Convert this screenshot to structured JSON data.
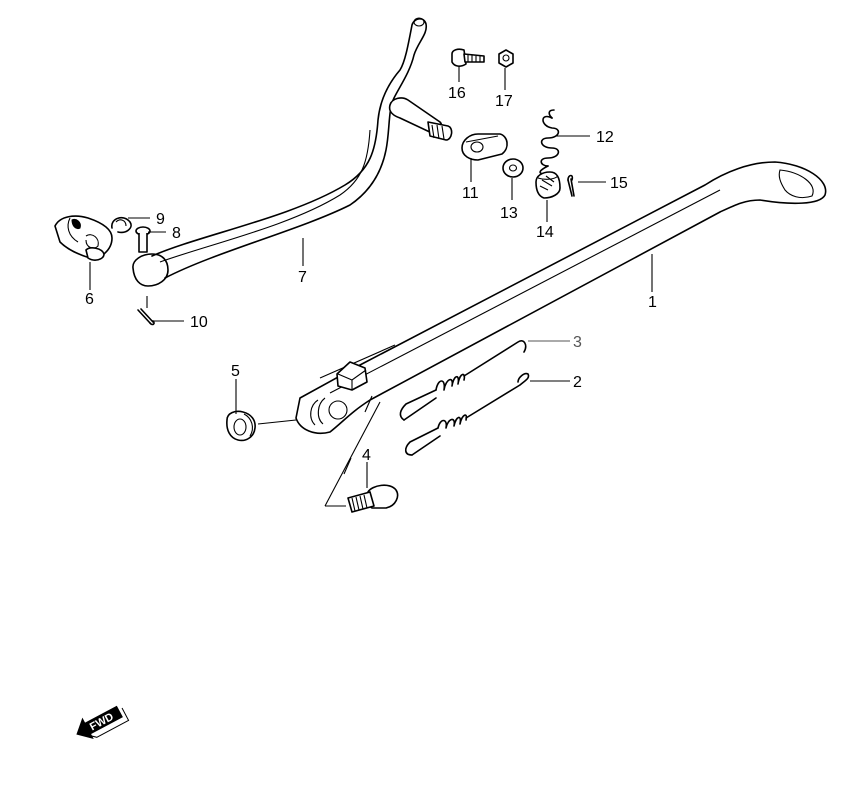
{
  "callouts": {
    "c1": "1",
    "c2": "2",
    "c3": "3",
    "c4": "4",
    "c5": "5",
    "c6": "6",
    "c7": "7",
    "c8": "8",
    "c9": "9",
    "c10": "10",
    "c11": "11",
    "c12": "12",
    "c13": "13",
    "c14": "14",
    "c15": "15",
    "c16": "16",
    "c17": "17"
  },
  "fwd_label": "FWD",
  "colors": {
    "line": "#000000",
    "background": "#ffffff",
    "muted_callout": "#555555"
  }
}
